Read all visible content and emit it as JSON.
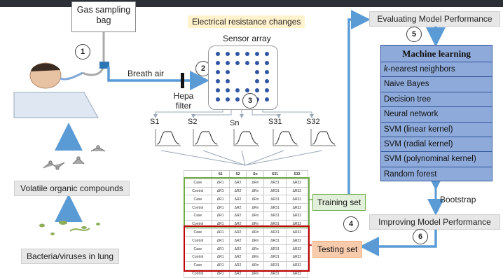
{
  "gas_bag": {
    "line1": "Gas sampling",
    "line2": "bag"
  },
  "labels": {
    "breath_air": "Breath air",
    "hepa_line1": "Hepa",
    "hepa_line2": "filter",
    "electrical": "Electrical resistance changes",
    "sensor_array": "Sensor array",
    "voc": "Volatile organic compounds",
    "bacteria": "Bacteria/viruses in lung",
    "bootstrap": "Bootstrap",
    "training": "Training set",
    "testing": "Testing set",
    "evaluating": "Evaluating Model Performance",
    "improving": "Improving Model Performance"
  },
  "steps": [
    "1",
    "2",
    "3",
    "4",
    "5",
    "6"
  ],
  "sensors": [
    "S1",
    "S2",
    "Sn",
    "S31",
    "S32"
  ],
  "machine_learning": {
    "title": "Machine learning",
    "methods": [
      {
        "prefix": "k",
        "text": "-nearest neighbors"
      },
      {
        "prefix": "",
        "text": "Naive Bayes"
      },
      {
        "prefix": "",
        "text": "Decision tree"
      },
      {
        "prefix": "",
        "text": "Neural network"
      },
      {
        "prefix": "",
        "text": "SVM (linear kernel)"
      },
      {
        "prefix": "",
        "text": "SVM (radial kernel)"
      },
      {
        "prefix": "",
        "text": "SVM (polynominal kernel)"
      },
      {
        "prefix": "",
        "text": "Random forest"
      }
    ]
  },
  "table": {
    "header": [
      "",
      "S1",
      "S2",
      "Sn",
      "S31",
      "S32"
    ],
    "rows": [
      [
        "Case",
        "ΔR1",
        "ΔR2",
        "ΔRn",
        "ΔR31",
        "ΔR32"
      ],
      [
        "Control",
        "ΔR1",
        "ΔR2",
        "ΔRn",
        "ΔR31",
        "ΔR32"
      ],
      [
        "Case",
        "ΔR1",
        "ΔR2",
        "ΔRn",
        "ΔR31",
        "ΔR32"
      ],
      [
        "Control",
        "ΔR1",
        "ΔR2",
        "ΔRn",
        "ΔR31",
        "ΔR32"
      ],
      [
        "Case",
        "ΔR1",
        "ΔR2",
        "ΔRn",
        "ΔR31",
        "ΔR32"
      ],
      [
        "Control",
        "ΔR1",
        "ΔR2",
        "ΔRn",
        "ΔR31",
        "ΔR32"
      ],
      [
        "Case",
        "ΔR1",
        "ΔR2",
        "ΔRn",
        "ΔR31",
        "ΔR32"
      ],
      [
        "Control",
        "ΔR1",
        "ΔR2",
        "ΔRn",
        "ΔR31",
        "ΔR32"
      ],
      [
        "Case",
        "ΔR1",
        "ΔR2",
        "ΔRn",
        "ΔR31",
        "ΔR32"
      ],
      [
        "Control",
        "ΔR1",
        "ΔR2",
        "ΔRn",
        "ΔR31",
        "ΔR32"
      ],
      [
        "Case",
        "ΔR1",
        "ΔR2",
        "ΔRn",
        "ΔR31",
        "ΔR32"
      ],
      [
        "Control",
        "ΔR1",
        "ΔR2",
        "ΔRn",
        "ΔR31",
        "ΔR32"
      ]
    ]
  },
  "colors": {
    "arrow": "#5b9bd5",
    "ml_fill": "#8eaadb",
    "train_green": "#70ad47",
    "test_red": "#c00000",
    "test_fill": "#f8cbad",
    "train_fill": "#e2efda"
  }
}
